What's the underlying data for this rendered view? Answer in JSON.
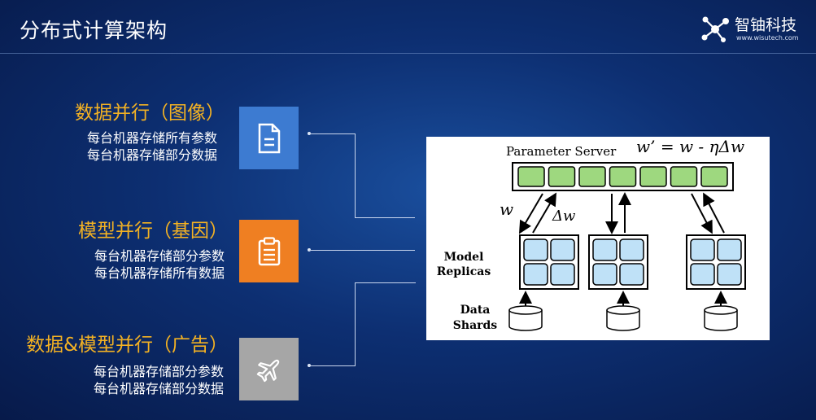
{
  "header": {
    "title": "分布式计算架构",
    "logo_name": "智铀科技",
    "logo_url": "www.wisutech.com"
  },
  "sections": [
    {
      "title": "数据并行（图像）",
      "line1": "每台机器存储所有参数",
      "line2": "每台机器存储部分数据",
      "icon": "document-icon",
      "color": "#3d7bd1"
    },
    {
      "title": "模型并行（基因）",
      "line1": "每台机器存储部分参数",
      "line2": "每台机器存储所有数据",
      "icon": "clipboard-icon",
      "color": "#ef7f22"
    },
    {
      "title": "数据&模型并行（广告）",
      "line1": "每台机器存储部分参数",
      "line2": "每台机器存储部分数据",
      "icon": "airplane-icon",
      "color": "#a6a6a6"
    }
  ],
  "diagram": {
    "parameter_server": "Parameter Server",
    "formula_lhs": "w’ = w - ",
    "formula_rhs": "ηΔw",
    "w_label": "w",
    "delta_w_label": "Δw",
    "model_label_1": "Model",
    "model_label_2": "Replicas",
    "data_label_1": "Data",
    "data_label_2": "Shards",
    "green": "#9ed87f",
    "blue": "#bfe1f7"
  }
}
